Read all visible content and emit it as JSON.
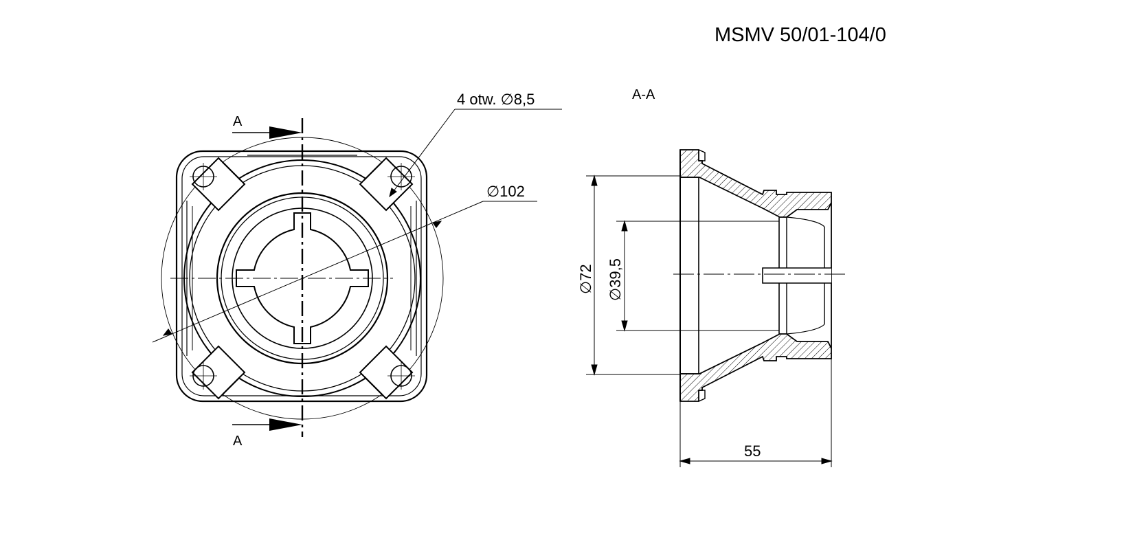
{
  "drawing": {
    "part_number": "MSMV 50/01-104/0",
    "section_name": "A-A",
    "section_marker_top": "A",
    "section_marker_bottom": "A",
    "holes_note": "4 otw.  ∅8,5",
    "flange_circle_dim": "∅102",
    "outer_diameter_dim": "∅72",
    "inner_diameter_dim": "∅39,5",
    "length_dim": "55",
    "line_color": "#000000",
    "background_color": "#ffffff"
  }
}
